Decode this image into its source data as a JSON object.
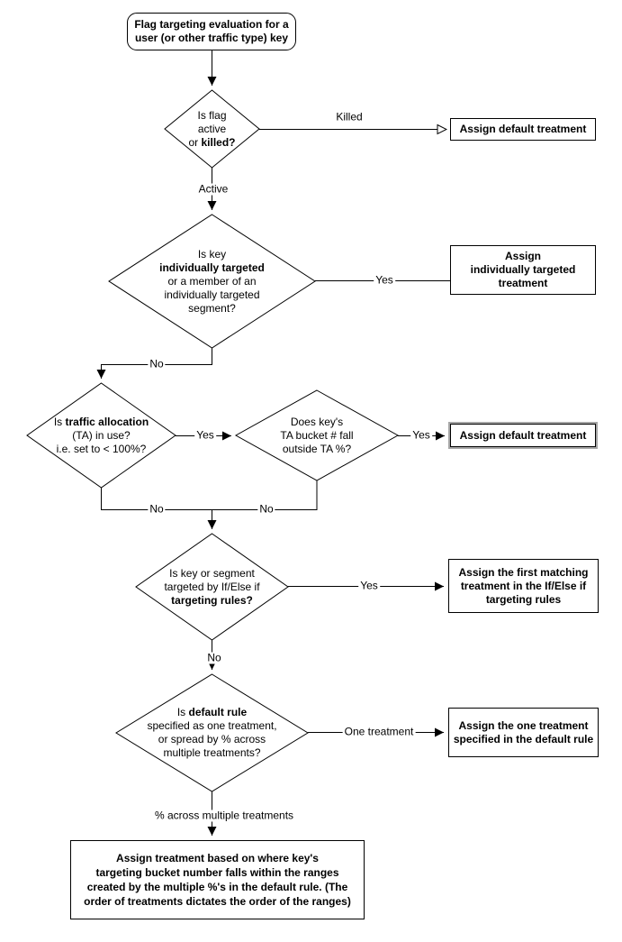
{
  "diagram": {
    "start": {
      "line1": "Flag targeting evaluation for a",
      "line2": "user (or other traffic type) key"
    },
    "d1": {
      "l1": "Is flag",
      "l2": "active",
      "l3a": "or ",
      "l3b": "killed?"
    },
    "d2": {
      "l1": "Is key",
      "l2": "individually targeted",
      "l3": "or a member of an",
      "l4": "individually targeted",
      "l5": "segment?"
    },
    "d3": {
      "l1a": "Is ",
      "l1b": "traffic allocation",
      "l2": "(TA) in use?",
      "l3": "i.e. set to < 100%?"
    },
    "d4": {
      "l1": "Does key's",
      "l2": "TA bucket # fall",
      "l3": "outside TA %?"
    },
    "d5": {
      "l1": "Is key or segment",
      "l2": "targeted by If/Else if",
      "l3": "targeting rules?"
    },
    "d6": {
      "l1a": "Is ",
      "l1b": "default rule",
      "l2": "specified as one treatment,",
      "l3": "or spread by % across",
      "l4": "multiple treatments?"
    },
    "box_default_treatment_1": "Assign default treatment",
    "box_individually_targeted": {
      "l1": "Assign",
      "l2": "individually targeted",
      "l3": "treatment"
    },
    "box_default_treatment_2": "Assign default treatment",
    "box_first_matching": {
      "l1": "Assign the first matching",
      "l2": "treatment in the If/Else if",
      "l3": "targeting rules"
    },
    "box_one_treatment": {
      "l1": "Assign the one treatment",
      "l2": "specified in the default rule"
    },
    "box_multi_treatment": {
      "l1": "Assign treatment based on where key's",
      "l2": "targeting bucket number falls within the ranges",
      "l3": "created by the multiple %'s in the default rule. (The",
      "l4": "order of treatments dictates the order of the ranges)"
    },
    "labels": {
      "killed": "Killed",
      "active": "Active",
      "yes1": "Yes",
      "no1": "No",
      "yes2": "Yes",
      "yes3": "Yes",
      "no2": "No",
      "no3": "No",
      "yes4": "Yes",
      "no4": "No",
      "one_treatment": "One treatment",
      "pct_across": "% across multiple treatments"
    },
    "colors": {
      "stroke": "#000000",
      "fill": "#ffffff",
      "highlight_outline": "#a6a6a6"
    }
  }
}
